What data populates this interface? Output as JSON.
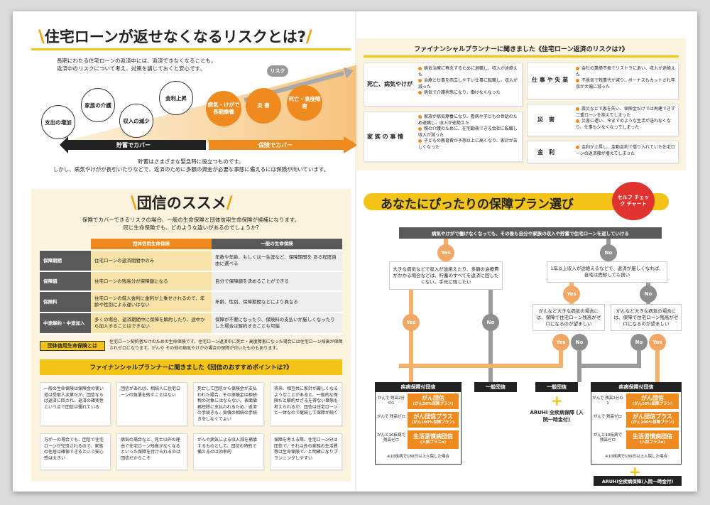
{
  "left": {
    "risk_title": "住宅ローンが返せなくなるリスクとは?",
    "risk_intro_1": "長期にわたる住宅ローンの返済中には、返済できなくなることも。",
    "risk_intro_2": "返済中のリスクについて考え、対策を講じておくと安心です。",
    "circles": [
      "支出の増加",
      "家族の介護",
      "収入の減少",
      "金利上昇"
    ],
    "orange_circles": [
      "病気・けがで長期療養",
      "災 害",
      "死亡・高度障害"
    ],
    "risk_label": "リスク",
    "arrow_savings": "貯蓄でカバー",
    "arrow_insurance": "保険でカバー",
    "caption_1": "貯蓄はさまざまな緊急時に役立つものです。",
    "caption_2": "しかし、病気やけがが長引いたりなどで、返済のために多額の資金が必要な事態に備えるには保険が向いています。",
    "dansin_title": "団信のススメ",
    "dansin_intro_1": "保険でカバーできるリスクの場合、一般の生命保険と団体信用生命保険が候補になります。",
    "dansin_intro_2": "同じ生命保険でも、どのような違いがあるのでしょうか?",
    "table": {
      "h1": "団体信用生命保険",
      "h2": "一般の生命保険",
      "rows": [
        {
          "k": "保障期間",
          "a": "住宅ローンの返済期間中のみ",
          "b": "年数や年齢、もしくは一生涯など、保障期間を ある程度自由に選べる"
        },
        {
          "k": "保障額",
          "a": "住宅ローンの残高分が保障額になる",
          "b": "自分で保障額を決めることができる"
        },
        {
          "k": "保険料",
          "a": "住宅ローンの借入金利に金利が上乗せされるので、年齢や性別による違いはない",
          "b": "年齢、性別、保障期間などにより異なる"
        },
        {
          "k": "中途解約・中途加入",
          "a": "多くの場合、返済期間中に保障を解約したり、途中から加入することはできない",
          "b": "保障が不要になったり、保険料の支払いが厳しくなったりした場合は解約することも可能"
        }
      ]
    },
    "dansin_tag": "団体信用生命保険とは",
    "dansin_def": "住宅ローン契約者だけのための生命保険です。住宅ローン返済中に死亡・高度障害になった場合には住宅ローン残高が保障されゼロになります。がんや その他の病気やけがの場合の保障が付いたものもあります。",
    "fp2_title": "ファイナンシャルプランナーに聞きました《団信のおすすめポイントは?》",
    "points": [
      "一般の生命保険は保険金の使い道は受取人次第だが、団信ならば返済に回され、返済の確実性という点で団信は優れている",
      "団信があれば、相続人に住宅ローンの負債を残すことはない",
      "死亡して団信から保険金が支払われた場合、その保険金は相続税の対象にはならない。表面債務控除に支払われるため、返済の手続きも、負債の相続の手続きをしなくてよい",
      "将来、相互共に家計が厳しくなるようなことがあると、一般的な保険だと解約せざるを得ない事態も考えられるが、団信は住宅ローンと一体なので継続して保障が続く",
      "万が一の場合でも、団信で住宅ローンが完済されるので、家族の住居は確保できるという安心感は大きい",
      "病気の場合など、死亡以外の理由で住宅ローン残高がなくなるといった保障を付けられるのは団信だからこそ",
      "がんや病気による収入減を補填するものとして、団信の特約で備えるのは効率的",
      "保障を考える際、住宅ローン分は団信で、それ以外の家族の生活費等は生命保険で、と明確になりプランニングしやすい"
    ]
  },
  "right": {
    "fp1_title": "ファイナンシャルプランナーに聞きました《住宅ローン返済のリスクは?》",
    "risks": [
      {
        "k": "死亡、病気やけが",
        "items": [
          "病気治療に専念するために退職し、収入が途絶えた",
          "治療と仕事を両立しやすい仕事に転職し、収入が減った",
          "病気で介護状態になり、働けなくなった"
        ]
      },
      {
        "k": "家 族 の 事 情",
        "items": [
          "家族が病気療養になり、看病や子どもの世話のため退職し、収入が途絶えた",
          "親の介護のために、在宅勤務できる会社に転職し収入が減った",
          "子どもの教育費が予想以上に高くなり、家計が苦しくなった"
        ]
      },
      {
        "k": "仕 事 や 失 業",
        "items": [
          "会社の業績不振でリストラにあい、収入が途絶えた",
          "不景気で残業代が減り、ボーナスもカットされ年収が大幅に減った"
        ]
      },
      {
        "k": "災　害",
        "items": [
          "震災などで家を失い、保険金だけでは再建できず二重ローンを抱えてしまった",
          "災害に遭い、今までのような生活が送れなくなり、仕事も少なくなってしまった"
        ]
      },
      {
        "k": "金　利",
        "items": [
          "金利が上昇し、変動金利で借り入れていた住宅ローンの返済額が増えてしまった"
        ]
      }
    ],
    "chart_title": "あなたにぴったりの保障プラン選び",
    "self_check": "セルフ チェック チャート",
    "q1": "病気やけがで働けなくなっても、その後も自分や家族の収入や貯蓄で住宅ローンを返していける",
    "yes": "Yes",
    "no": "No",
    "q2_left": "大きな病気などで収入が途絶えたり、多額の治療費がかかる場合などは、貯蓄のすべてを返済に回したくない。手元に残したい",
    "q2_right": "1年以上収入が途絶えるなどで、返済が厳しくなれば、自宅は売却しても良い",
    "q3": "がんなど大きな病気の場合には、保障で住宅ローン残高がゼロになるのが望ましい",
    "res_left_title": "疾病保障付団信",
    "res_general": "一般団信",
    "res_aruhi": "ARUHI 全疾病保障 (入院一時金付)",
    "res_right_title": "疾病保障付団信",
    "plans": [
      {
        "cond": "がんで 残高2分の1",
        "name": "がん団信",
        "sub": "(がん50%保障プラン)"
      },
      {
        "cond": "がんで 残高ゼロ",
        "name": "がん団信プラス",
        "sub": "(がん100%保障プラン)"
      },
      {
        "cond": "がんと10疾病で 残高ゼロ",
        "name": "生活習慣病団信",
        "sub": "(入院プラスα)"
      }
    ],
    "footnote": "※10疾病で180日以上入院した場合",
    "plus": "+",
    "bottom_aruhi": "ARUHI全疾病保障(入院一時金付)"
  }
}
